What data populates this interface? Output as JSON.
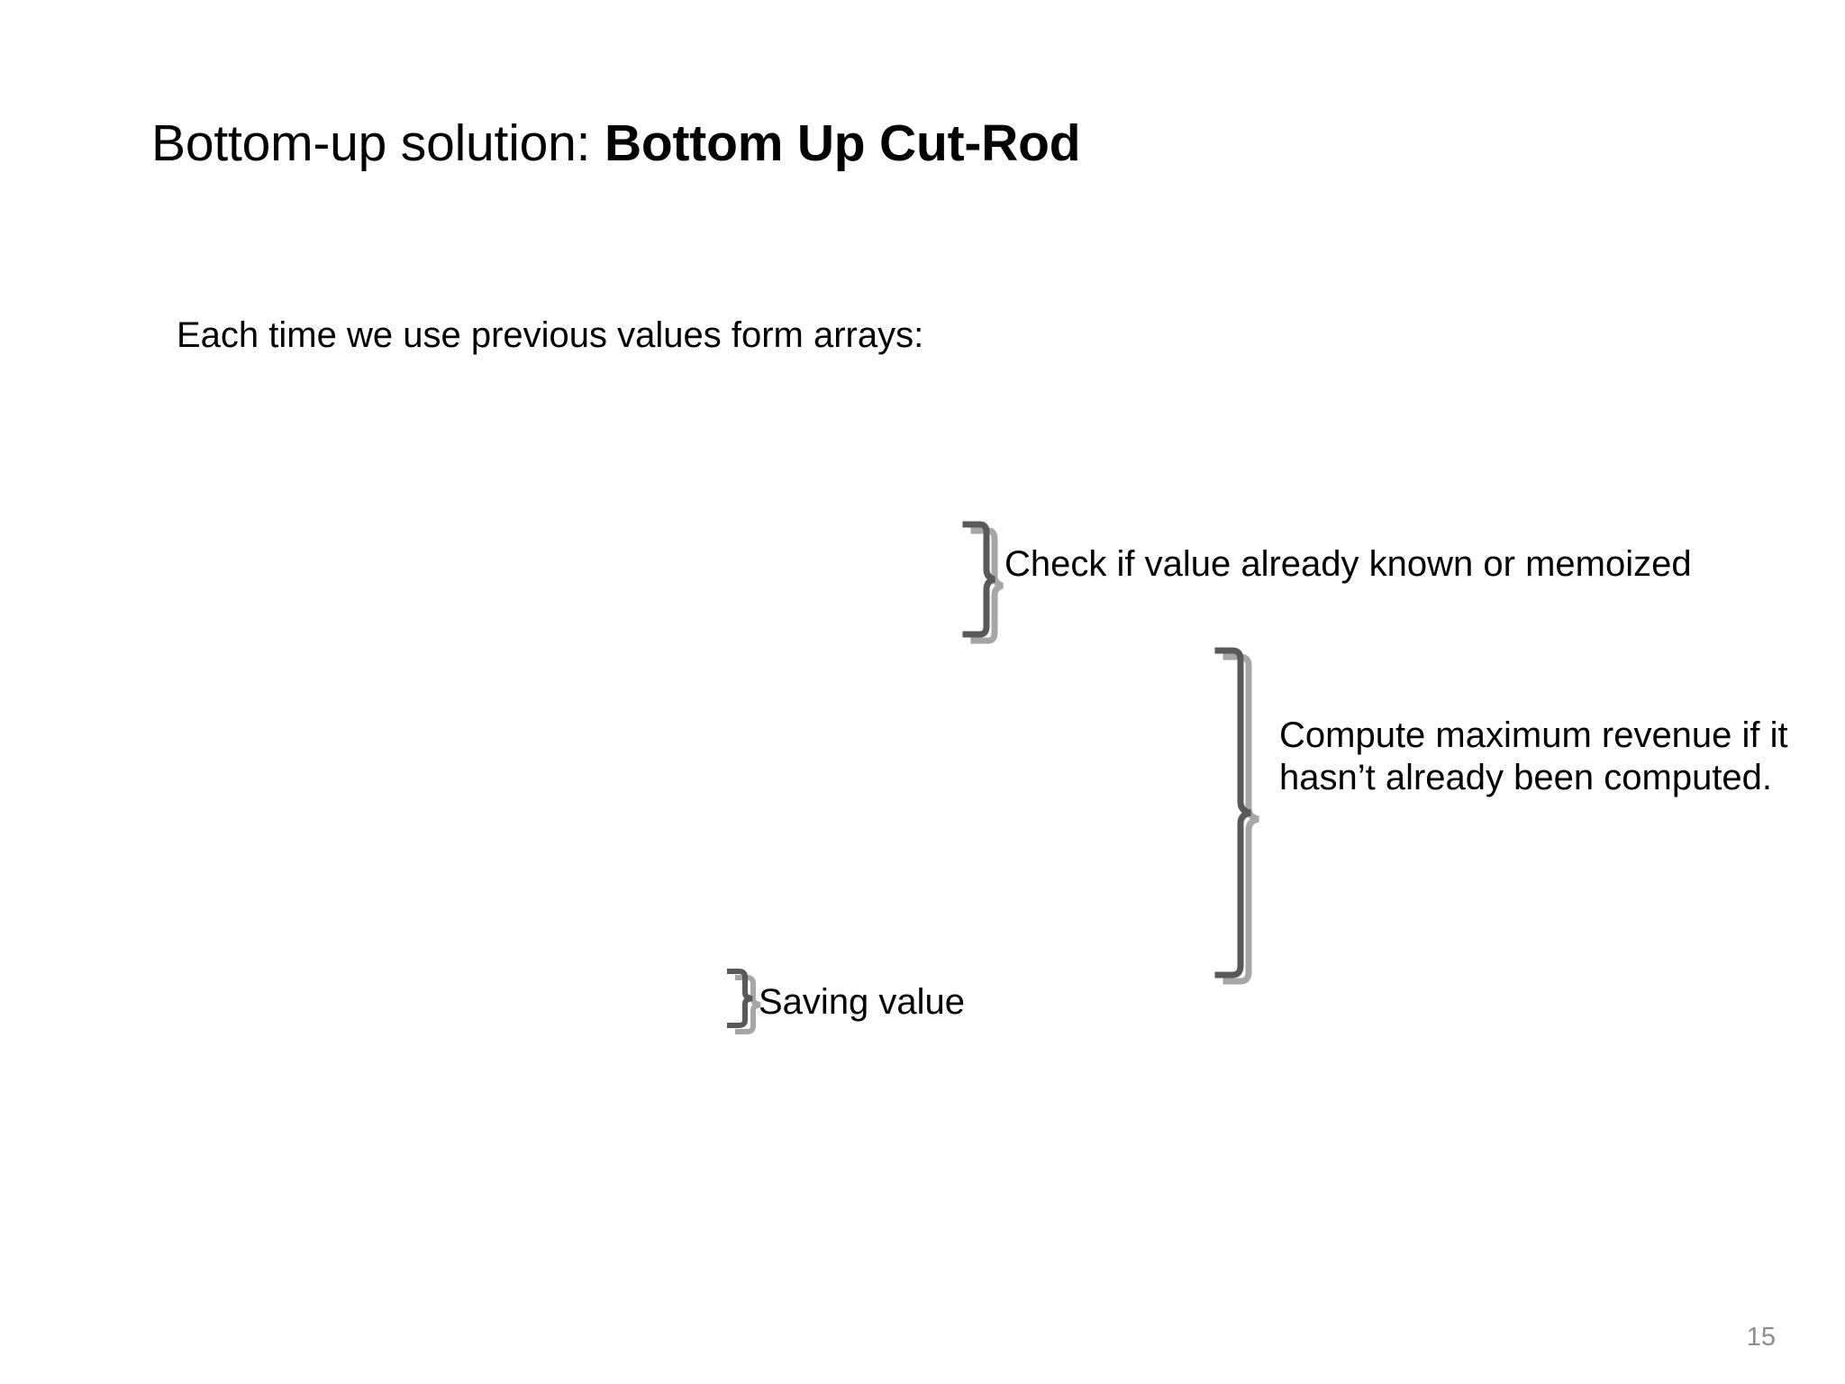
{
  "slide": {
    "title": {
      "regular": "Bottom-up solution: ",
      "bold": "Bottom Up Cut-Rod"
    },
    "subtitle": "Each time we use previous values form arrays:",
    "page_number": "15",
    "colors": {
      "text": "#000000",
      "brace_dark": "#595959",
      "brace_light": "#a6a6a6",
      "page_number": "#8d8d8d",
      "background": "#ffffff"
    },
    "callouts": [
      {
        "id": "check",
        "label": "Check if value already known or memoized",
        "brace": "right-curly-brace"
      },
      {
        "id": "compute",
        "label": "Compute maximum revenue if it hasn’t already been computed.",
        "brace": "right-curly-brace"
      },
      {
        "id": "saving",
        "label": "Saving value",
        "brace": "right-curly-brace"
      }
    ]
  }
}
